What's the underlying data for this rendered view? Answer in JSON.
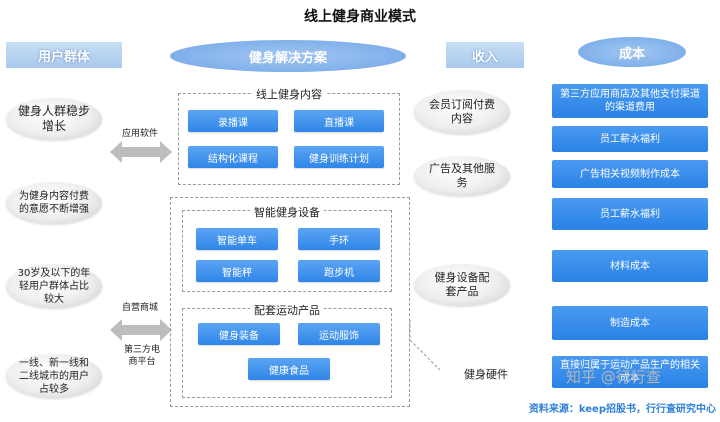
{
  "title": "线上健身商业模式",
  "headers": {
    "users": "用户群体",
    "solution": "健身解决方案",
    "income": "收入",
    "cost": "成本"
  },
  "users": [
    "健身人群稳步增长",
    "为健身内容付费的意愿不断增强",
    "30岁及以下的年轻用户群体占比较大",
    "一线、新一线和二线城市的用户占较多"
  ],
  "arrows": {
    "top_label": "应用软件",
    "bottom_label_top": "自营商城",
    "bottom_label_bottom": "第三方电商平台"
  },
  "online_content": {
    "title": "线上健身内容",
    "items": [
      "录播课",
      "直播课",
      "结构化课程",
      "健身训练计划"
    ]
  },
  "smart_devices": {
    "title": "智能健身设备",
    "items": [
      "智能单车",
      "手环",
      "智能秤",
      "跑步机"
    ]
  },
  "sports_products": {
    "title": "配套运动产品",
    "items": [
      "健身装备",
      "运动服饰",
      "健康食品"
    ]
  },
  "income": [
    "会员订阅付费内容",
    "广告及其他服务",
    "健身设备配套产品"
  ],
  "hardware_label": "健身硬件",
  "costs": [
    "第三方应用商店及其他支付渠道的渠道费用",
    "员工薪水福利",
    "广告相关视频制作成本",
    "员工薪水福利",
    "材料成本",
    "制造成本",
    "直接归属于运动产品生产的相关成本"
  ],
  "watermark": "知乎 @行行查",
  "source": "资料来源：keep招股书，行行查研究中心"
}
